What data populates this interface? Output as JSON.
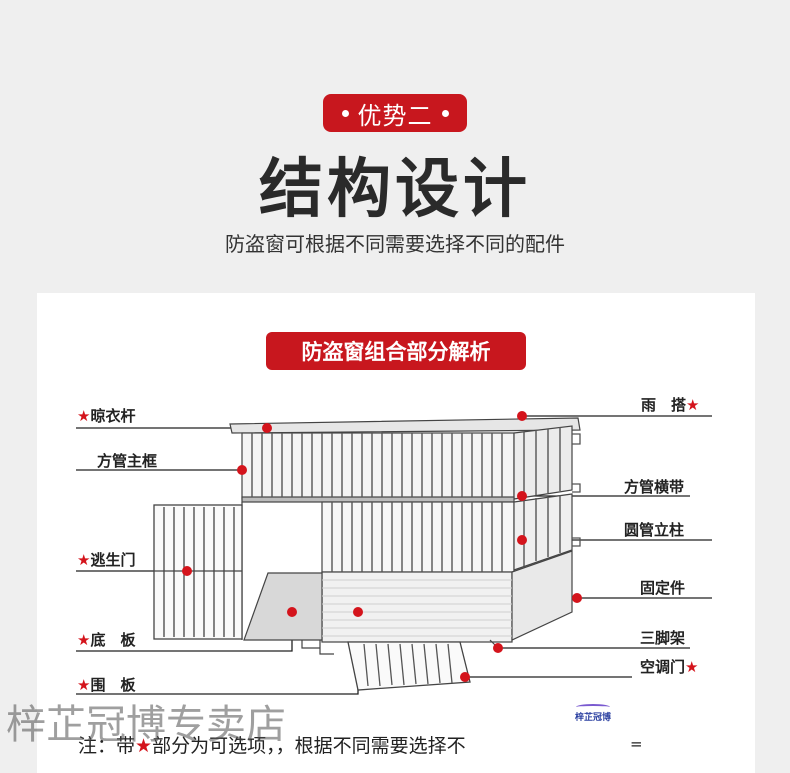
{
  "header": {
    "badge": "优势二",
    "title": "结构设计",
    "subtitle": "防盗窗可根据不同需要选择不同的配件"
  },
  "section": {
    "title": "防盗窗组合部分解析"
  },
  "parts": {
    "clothes_rod": "晾衣杆",
    "square_frame": "方管主框",
    "escape_door": "逃生门",
    "bottom_plate": "底　板",
    "side_plate": "围　板",
    "rain_cover": "雨　搭",
    "square_band": "方管横带",
    "round_column": "圆管立柱",
    "fixing": "固定件",
    "tripod": "三脚架",
    "ac_door": "空调门"
  },
  "note": {
    "prefix": "注：带",
    "star": "★",
    "text": "部分为可选项，，根据不同需要选择不",
    "tail": "="
  },
  "watermark": "梓芷冠博专卖店",
  "logo": "梓芷冠博",
  "colors": {
    "accent": "#c8171e",
    "star": "#d4141c"
  }
}
